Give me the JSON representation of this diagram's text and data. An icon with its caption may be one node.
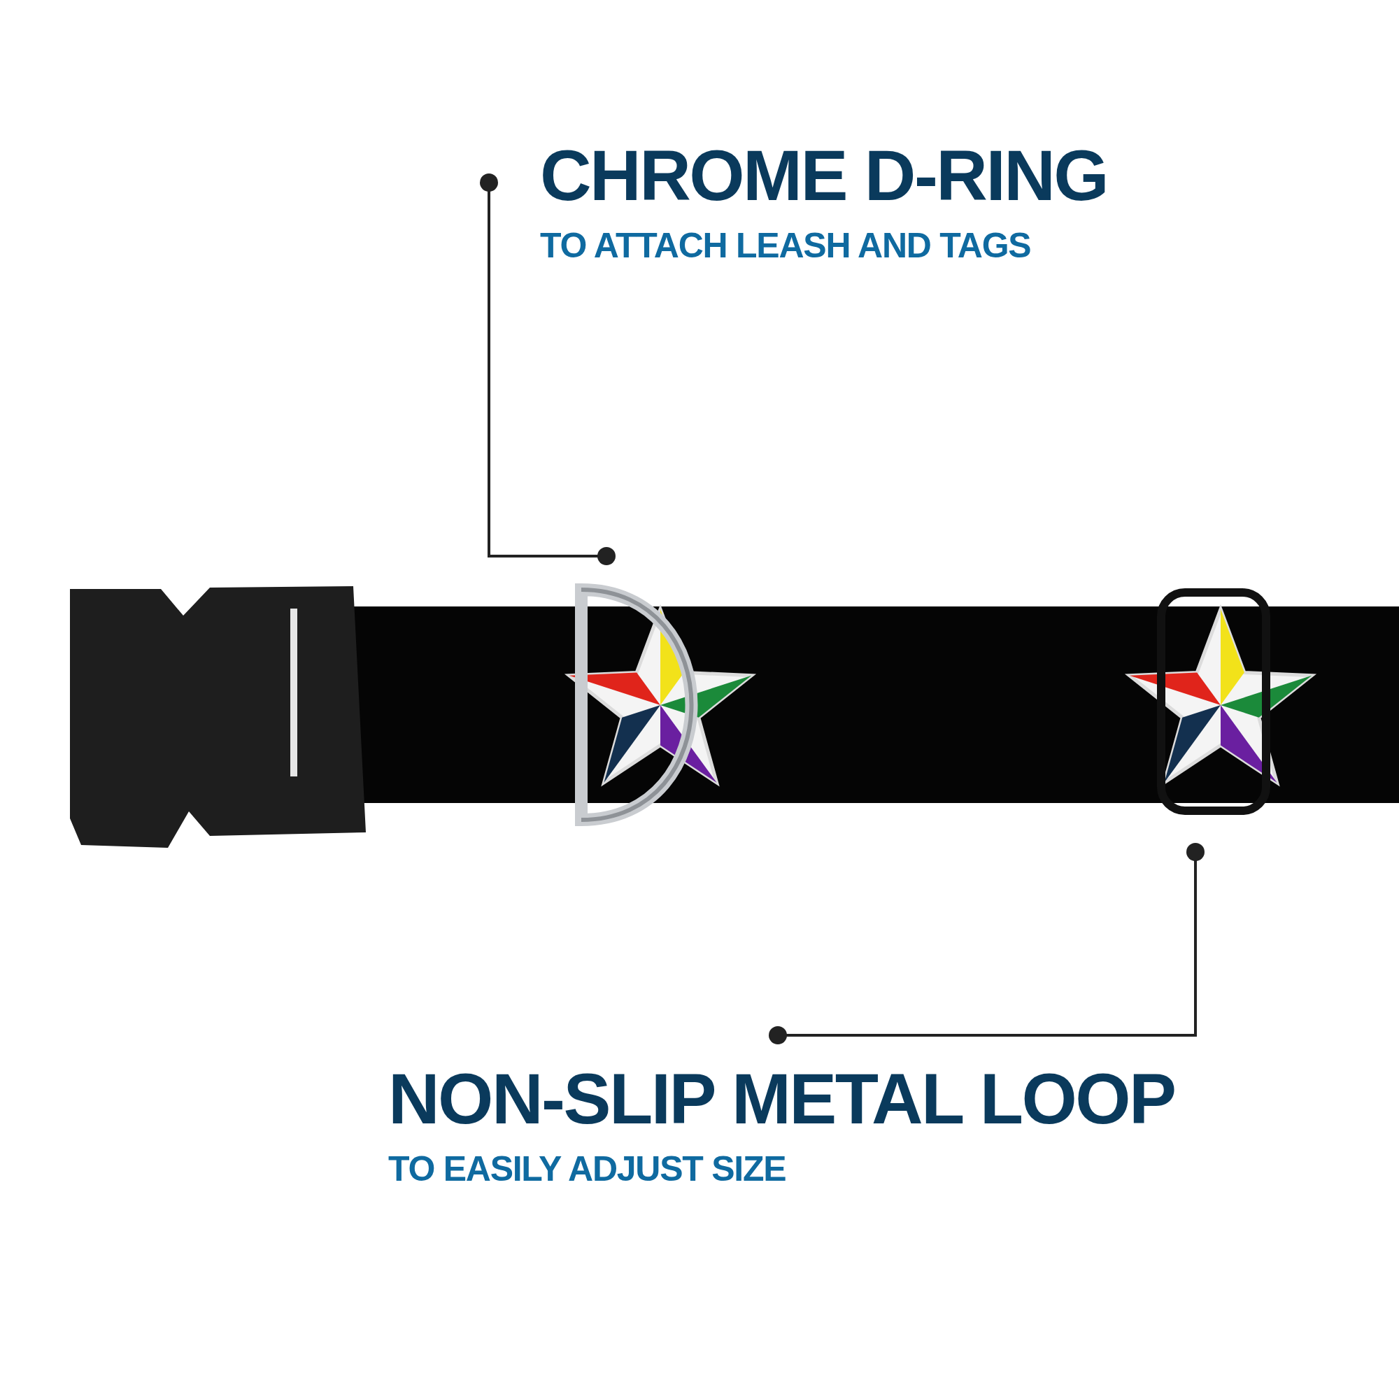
{
  "diagram": {
    "nodes": [
      {
        "text": [
          "CHROME D-RING",
          "TO ATTACH LEASH AND TAGS"
        ]
      },
      {
        "text": [],
        "shape": "picture"
      },
      {
        "text": [],
        "shape": "picture"
      },
      {
        "text": [
          "NON-SLIP METAL LOOP",
          "TO EASILY ADJUST SIZE"
        ]
      }
    ],
    "edges": [
      {
        "from": 0,
        "to": 1,
        "arrow": "other"
      },
      {
        "from": 3,
        "to": 2,
        "arrow": "other"
      }
    ]
  }
}
